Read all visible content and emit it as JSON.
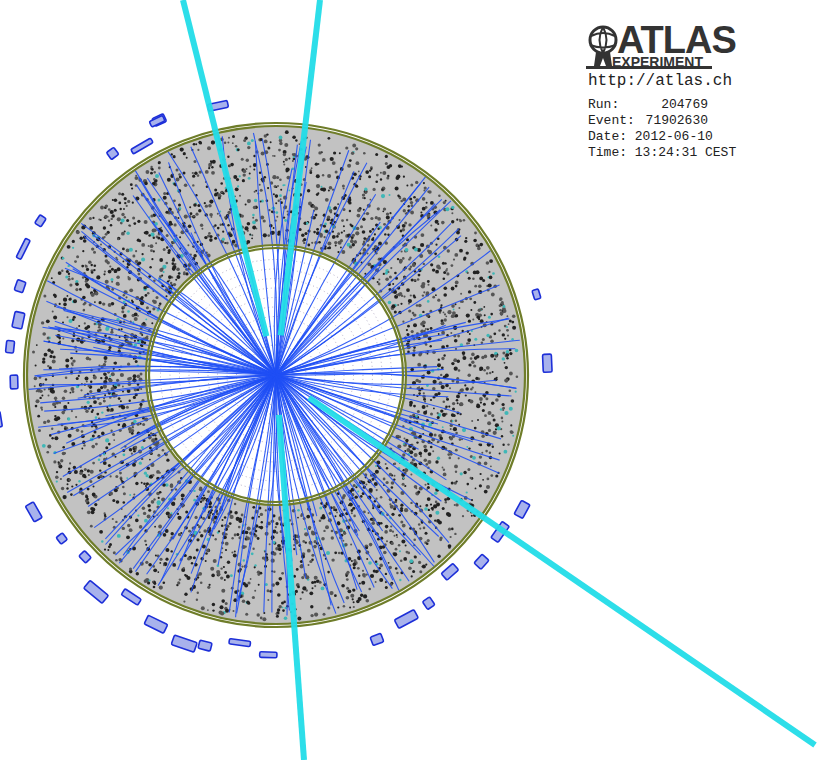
{
  "diagram": {
    "labels": [
      "ATLAS",
      "EXPERIMENT",
      "http://atlas.ch",
      "Run:",
      "204769",
      "Event:",
      "71902630",
      "Date: 2012-06-10",
      "Time: 13:24:31 CEST"
    ]
  }
}
